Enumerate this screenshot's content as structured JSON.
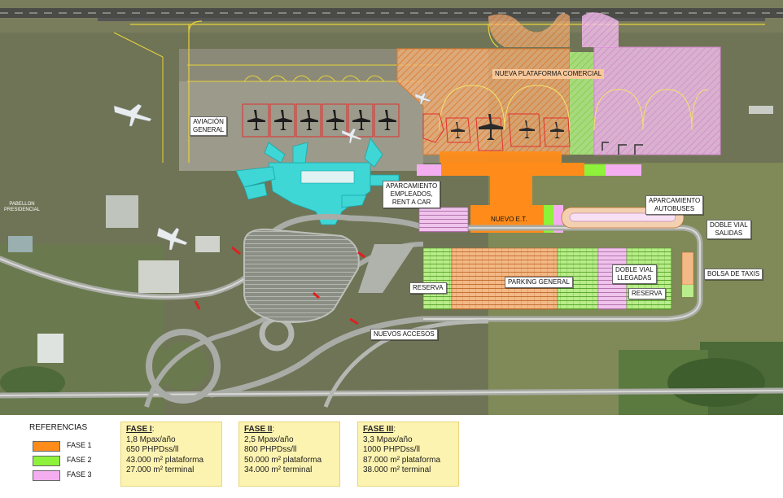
{
  "colors": {
    "fase1": "#ff8c1a",
    "fase2": "#8ef23a",
    "fase3": "#f4aef0",
    "terminal_existing": "#3fd6d6",
    "legend_box": "#fdf3b0"
  },
  "map_labels": {
    "nueva_plataforma": "NUEVA PLATAFORMA COMERCIAL",
    "aviacion_general": [
      "AVIACIÓN",
      "GENERAL"
    ],
    "pabellon": [
      "PABELLON",
      "PRESIDENCIAL"
    ],
    "aparcamiento_empleados": [
      "APARCAMIENTO",
      "EMPLEADOS,",
      "RENT A CAR"
    ],
    "nuevo_et": "NUEVO E.T.",
    "aparcamiento_autobuses": [
      "APARCAMIENTO",
      "AUTOBUSES"
    ],
    "doble_vial_salidas": [
      "DOBLE VIAL",
      "SALIDAS"
    ],
    "bolsa_taxis": "BOLSA DE TAXIS",
    "doble_vial_llegadas": [
      "DOBLE VIAL",
      "LLEGADAS"
    ],
    "reserva_left": "RESERVA",
    "reserva_right": "RESERVA",
    "parking_general": "PARKING GENERAL",
    "nuevos_accesos": "NUEVOS ACCESOS"
  },
  "legend": {
    "title": "REFERENCIAS",
    "items": [
      {
        "label": "FASE 1",
        "color": "#ff8c1a"
      },
      {
        "label": "FASE 2",
        "color": "#8ef23a"
      },
      {
        "label": "FASE 3",
        "color": "#f4aef0"
      }
    ],
    "phases": [
      {
        "title": "FASE I",
        "suffix": ":",
        "lines": [
          "1,8 Mpax/año",
          "650 PHPDss/ll",
          "43.000 m² plataforma",
          "27.000 m² terminal"
        ]
      },
      {
        "title": "FASE II",
        "suffix": ":",
        "lines": [
          "2,5 Mpax/año",
          "800 PHPDss/ll",
          "50.000 m² plataforma",
          "34.000 m² terminal"
        ]
      },
      {
        "title": "FASE III",
        "suffix": ":",
        "lines": [
          "3,3 Mpax/año",
          "1000 PHPDss/ll",
          "87.000 m² plataforma",
          "38.000 m² terminal"
        ]
      }
    ]
  }
}
